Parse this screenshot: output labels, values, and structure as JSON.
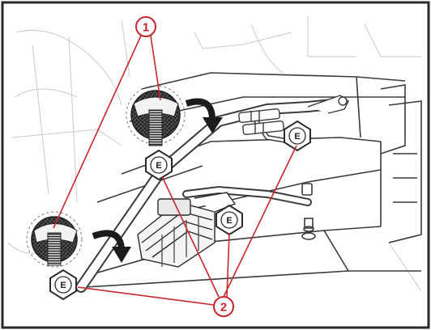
{
  "callouts": {
    "one": "1",
    "two": "2"
  },
  "fastener_label": "E",
  "colors": {
    "callout": "#c8262d",
    "line_art": "#3a3a3a",
    "frame": "#2a2a2a"
  }
}
